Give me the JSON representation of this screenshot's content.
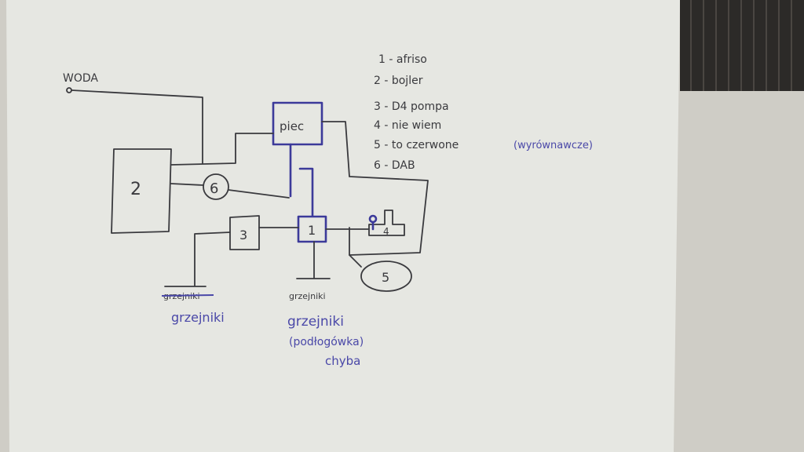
{
  "diagram": {
    "water_label": "WODA",
    "furnace_label": "piec",
    "node_labels": {
      "n1": "1",
      "n2": "2",
      "n3": "3",
      "n4": "4",
      "n5": "5",
      "n6": "6"
    },
    "legend": [
      "1 - afriso",
      "2 - bojler",
      "3 - D4 pompa",
      "4 - nie wiem",
      "5 - to czerwone",
      "6 - DAB"
    ],
    "legend_note": "(wyrównawcze)",
    "left_output": {
      "struck": "grzejniki",
      "label": "grzejniki"
    },
    "center_output": {
      "small": "grzejniki",
      "label": "grzejniki",
      "line2": "(podłogówka)",
      "line3": "chyba"
    }
  }
}
